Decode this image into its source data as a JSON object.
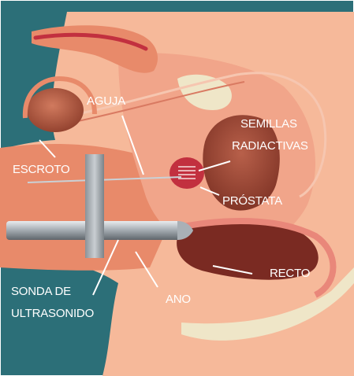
{
  "labels": {
    "aguja": "AGUJA",
    "semillas_1": "SEMILLAS",
    "semillas_2": "RADIACTIVAS",
    "escroto": "ESCROTO",
    "prostata": "PRÓSTATA",
    "recto": "RECTO",
    "sonda_1": "SONDA DE",
    "sonda_2": "ULTRASONIDO",
    "ano": "ANO"
  },
  "colors": {
    "background": "#2c6f78",
    "skin": "#f6b99a",
    "tissue": "#e9877a",
    "prostate": "#c2303f",
    "rectum": "#7a2a22",
    "bone": "#efe6c8",
    "probe": "#9aa1a7"
  }
}
